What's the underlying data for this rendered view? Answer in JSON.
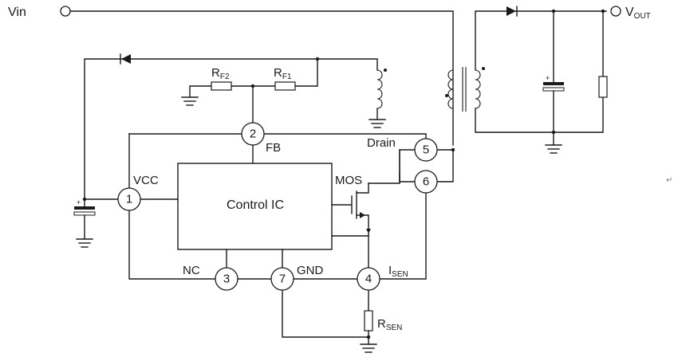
{
  "labels": {
    "vin": "Vin",
    "vout_main": "V",
    "vout_sub": "OUT",
    "rf2_main": "R",
    "rf2_sub": "F2",
    "rf1_main": "R",
    "rf1_sub": "F1",
    "fb": "FB",
    "drain": "Drain",
    "vcc": "VCC",
    "mos": "MOS",
    "control_ic": "Control IC",
    "nc": "NC",
    "gnd": "GND",
    "isen_main": "I",
    "isen_sub": "SEN",
    "rsen_main": "R",
    "rsen_sub": "SEN",
    "corner_mark": "↵"
  },
  "pins": {
    "p1": "1",
    "p2": "2",
    "p3": "3",
    "p4": "4",
    "p5": "5",
    "p6": "6",
    "p7": "7"
  }
}
